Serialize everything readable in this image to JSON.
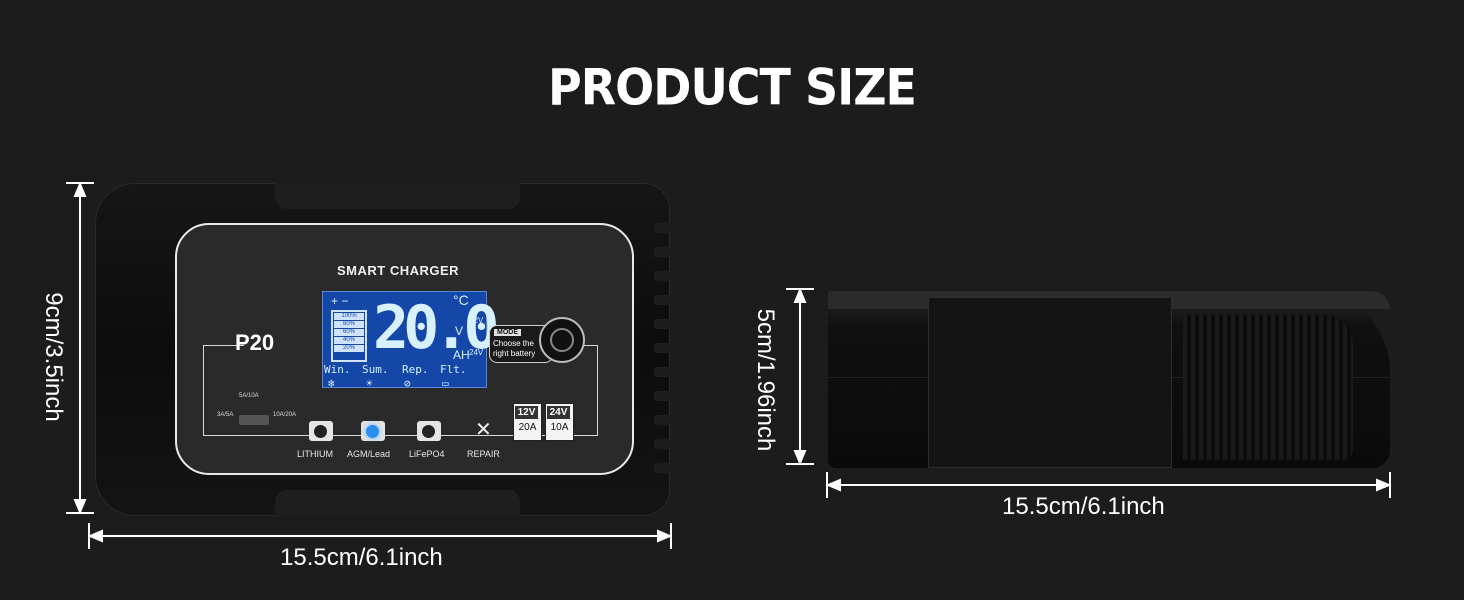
{
  "title": "PRODUCT SIZE",
  "front_view": {
    "height_label": "9cm/3.5inch",
    "width_label": "15.5cm/6.1inch",
    "panel": {
      "header": "SMART CHARGER",
      "model": "P20",
      "lcd": {
        "levels": [
          "100%",
          "80%",
          "60%",
          "40%",
          "20%"
        ],
        "reading": "20.0",
        "unit_c": "°C",
        "unit_v": "V",
        "unit_ah": "AH",
        "v12": "12V",
        "v24": "24V",
        "modes": [
          "Win.",
          "Sum.",
          "Rep.",
          "Flt."
        ]
      },
      "mode_button": {
        "label": "MODE",
        "text_line1": "Choose the",
        "text_line2": "right battery"
      },
      "current_switch": {
        "left": "3A/5A",
        "top": "5A/10A",
        "right": "10A/20A"
      },
      "battery_buttons": [
        "LITHIUM",
        "AGM/Lead",
        "LiFePO4",
        "REPAIR"
      ],
      "voltage_boxes": [
        {
          "volt": "12V",
          "amp": "20A"
        },
        {
          "volt": "24V",
          "amp": "10A"
        }
      ]
    }
  },
  "side_view": {
    "height_label": "5cm/1.96inch",
    "width_label": "15.5cm/6.1inch"
  }
}
